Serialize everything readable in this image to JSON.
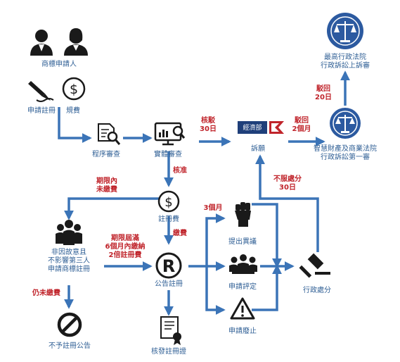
{
  "colors": {
    "arrow": "#3b74b7",
    "label": "#2f5f95",
    "annotation": "#c0242b",
    "icon": "#1a1a1a",
    "seal": "#2c5aa0"
  },
  "nodes": {
    "applicant": "商標申請人",
    "apply": "申請註冊",
    "fee": "規費",
    "procedural_review": "程序審查",
    "substantive_review": "實體審查",
    "appeal": "訴願",
    "ministry_logo_text": "經濟部",
    "ip_court": [
      "智慧財產及商業法院",
      "行政訴訟第一審"
    ],
    "supreme_court": [
      "最高行政法院",
      "行政訴訟上訴審"
    ],
    "registration_fee": "註冊費",
    "publication": "公告註冊",
    "certificate": "核發註冊證",
    "not_intentional": [
      "非因故意且",
      "不影響第三人",
      "申請商標註冊"
    ],
    "no_publication": "不予註冊公告",
    "opposition": "提出異議",
    "invalidation_request": "申請評定",
    "revocation_request": "申請廢止",
    "administrative_disposition": "行政處分"
  },
  "annotations": {
    "reject_30": [
      "核駁",
      "30日"
    ],
    "dismiss_2m": [
      "駁回",
      "2個月"
    ],
    "dismiss_20": [
      "駁回",
      "20日"
    ],
    "approve": "核准",
    "within_deadline_unpaid": [
      "期限內",
      "未繳費"
    ],
    "pay": "繳費",
    "deadline_expired": [
      "期限屆滿",
      "6個月內繳納",
      "2倍註冊費"
    ],
    "still_unpaid": "仍未繳費",
    "three_months": "3個月",
    "disagree_30": [
      "不服處分",
      "30日"
    ]
  }
}
